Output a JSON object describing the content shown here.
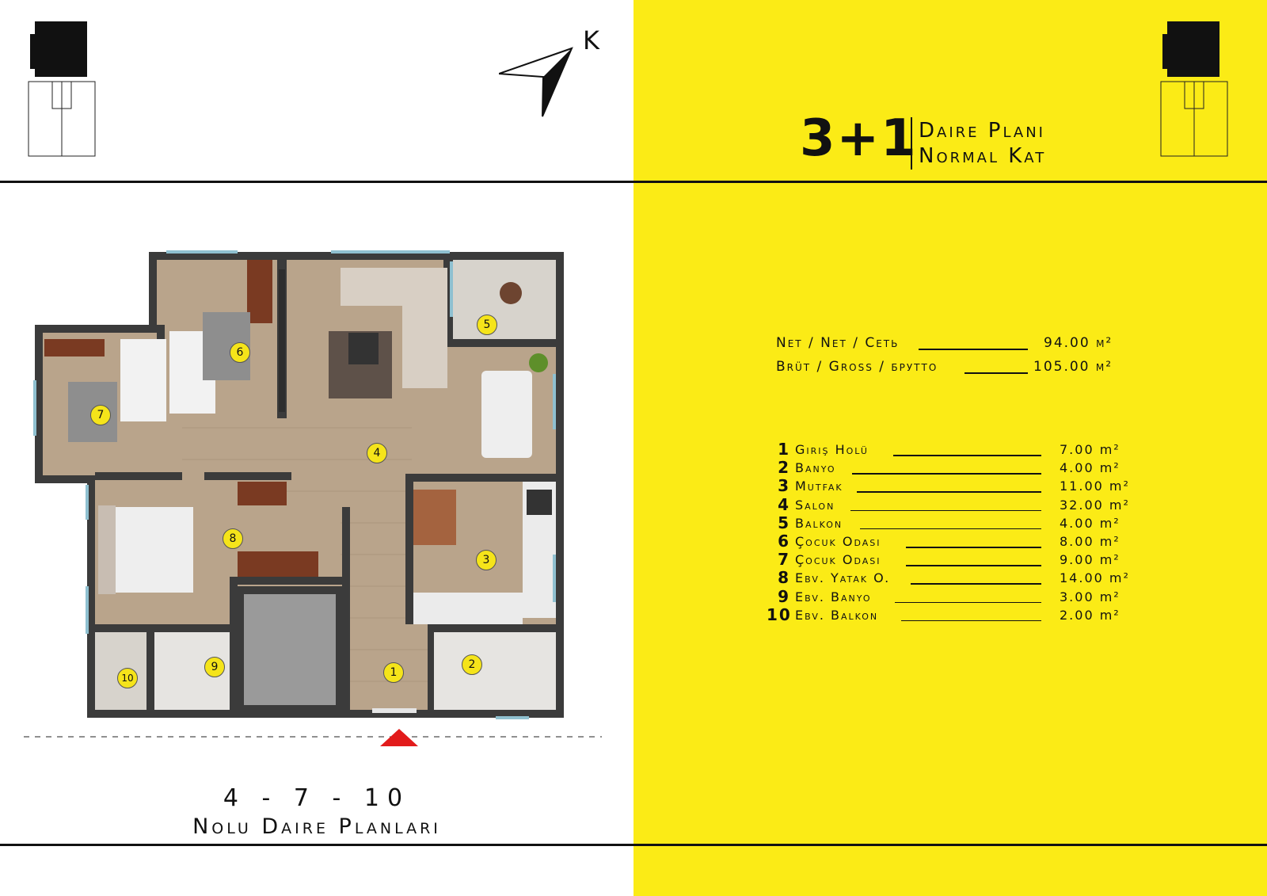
{
  "compass": {
    "letter": "K"
  },
  "title": {
    "main": "3+1",
    "line1": "Daire Planı",
    "line2": "Normal Kat"
  },
  "areas": [
    {
      "label": "Net / Net / Сеть",
      "value": "94.00 m²"
    },
    {
      "label": "Brüt / Gross / брутто",
      "value": "105.00 m²"
    }
  ],
  "rooms": [
    {
      "no": "1",
      "name": "Giriş Holü",
      "value": "7.00 m²"
    },
    {
      "no": "2",
      "name": "Banyo",
      "value": "4.00 m²"
    },
    {
      "no": "3",
      "name": "Mutfak",
      "value": "11.00 m²"
    },
    {
      "no": "4",
      "name": "Salon",
      "value": "32.00 m²"
    },
    {
      "no": "5",
      "name": "Balkon",
      "value": "4.00 m²"
    },
    {
      "no": "6",
      "name": "Çocuk Odası",
      "value": "8.00 m²"
    },
    {
      "no": "7",
      "name": "Çocuk Odası",
      "value": "9.00 m²"
    },
    {
      "no": "8",
      "name": "Ebv. Yatak O.",
      "value": "14.00 m²"
    },
    {
      "no": "9",
      "name": "Ebv. Banyo",
      "value": "3.00 m²"
    },
    {
      "no": "10",
      "name": "Ebv. Balkon",
      "value": "2.00 m²"
    }
  ],
  "plan_markers": [
    "1",
    "2",
    "3",
    "4",
    "5",
    "6",
    "7",
    "8",
    "9",
    "10"
  ],
  "footer": {
    "units": "4 - 7 - 10",
    "caption": "Nolu Daire Planları"
  },
  "colors": {
    "accent": "#fbeb16",
    "floor": "#b9a48b",
    "wall": "#3b3b3b"
  }
}
